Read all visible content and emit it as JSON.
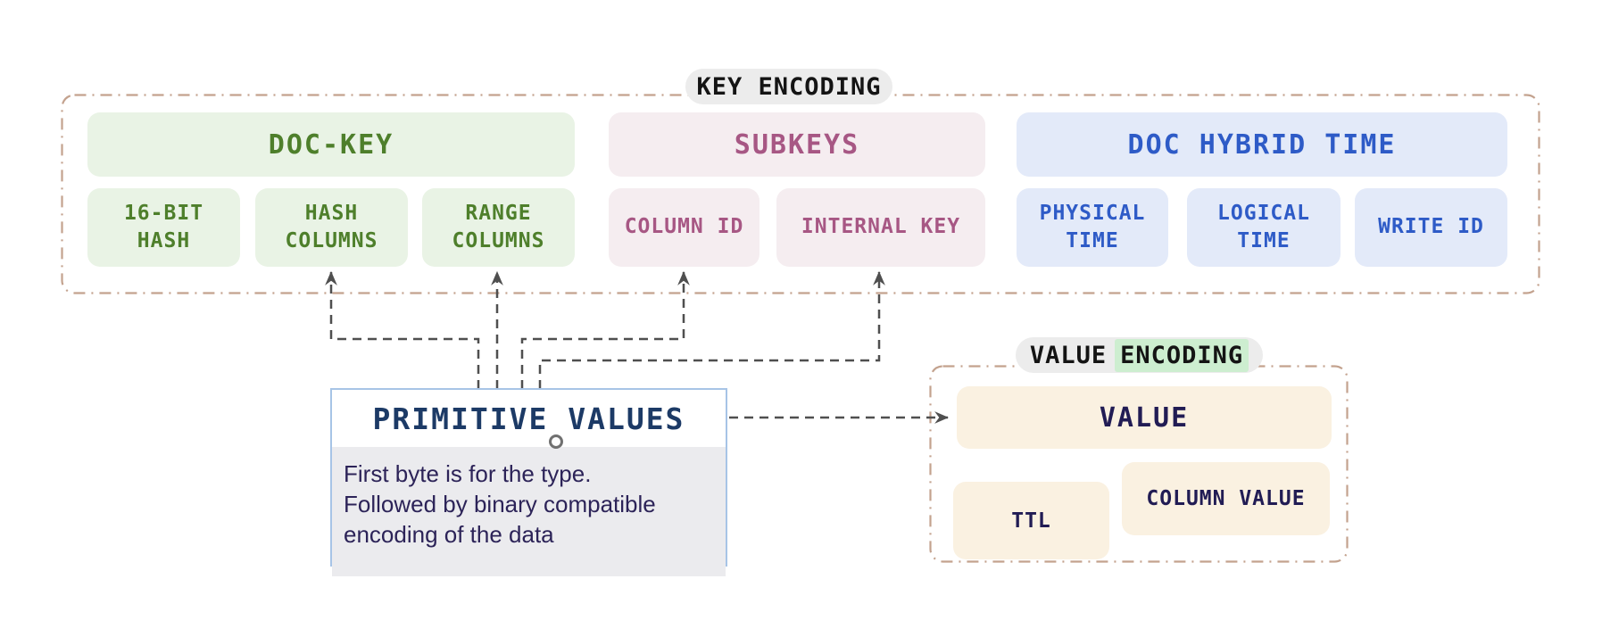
{
  "colors": {
    "container_border": "#c3a28e",
    "green_text": "#4e7f2b",
    "green_bg": "#e9f3e5",
    "plum_text": "#a75784",
    "plum_bg": "#f5edf0",
    "blue_text": "#2e5bc7",
    "blue_bg": "#e3eaf9",
    "cream_bg": "#faf1e1",
    "cream_text": "#211c54",
    "pill_bg": "#ececec",
    "pill_text": "#141414",
    "encoding_highlight": "#cdeed0",
    "arrow": "#4f4f4f",
    "note_border": "#a7c4e6",
    "note_body_bg": "#ebebee",
    "note_title_text": "#1c3a66",
    "note_body_text": "#2c2358"
  },
  "key_encoding": {
    "label": "KEY ENCODING",
    "groups": [
      {
        "title": "DOC-KEY",
        "items": [
          {
            "label": "16-BIT\nHASH"
          },
          {
            "label": "HASH\nCOLUMNS"
          },
          {
            "label": "RANGE\nCOLUMNS"
          }
        ]
      },
      {
        "title": "SUBKEYS",
        "items": [
          {
            "label": "COLUMN ID"
          },
          {
            "label": "INTERNAL KEY"
          }
        ]
      },
      {
        "title": "DOC HYBRID TIME",
        "items": [
          {
            "label": "PHYSICAL\nTIME"
          },
          {
            "label": "LOGICAL\nTIME"
          },
          {
            "label": "WRITE ID"
          }
        ]
      }
    ]
  },
  "primitive_values": {
    "title": "PRIMITIVE VALUES",
    "note": "First byte is for the type.\nFollowed by binary compatible\nencoding of the data"
  },
  "value_encoding": {
    "label_plain": "VALUE",
    "label_highlight": "ENCODING",
    "value_box": "VALUE",
    "ttl_box": "TTL",
    "column_value_box": "COLUMN VALUE"
  }
}
